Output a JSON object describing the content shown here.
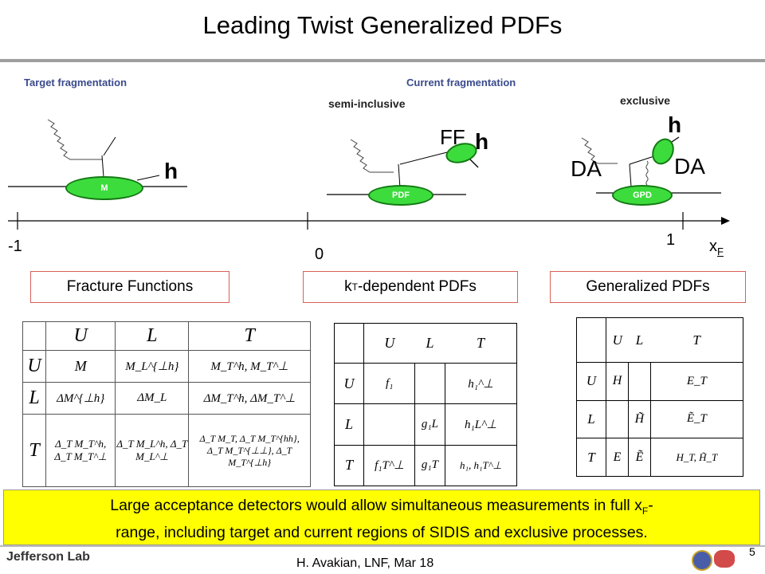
{
  "title": "Leading Twist Generalized PDFs",
  "regions": {
    "target": "Target fragmentation",
    "current": "Current  fragmentation"
  },
  "diagram_labels": {
    "semi_inclusive": "semi-inclusive",
    "exclusive": "exclusive",
    "h": "h",
    "ff": "FF",
    "da": "DA",
    "blob_m": "M",
    "blob_pdf": "PDF",
    "blob_gpd": "GPD"
  },
  "axis": {
    "minus_one": "-1",
    "zero": "0",
    "one": "1",
    "xf": "x",
    "xf_sub": "F"
  },
  "boxes": {
    "fracture": "Fracture Functions",
    "kt_prefix": "k",
    "kt_sub": "T",
    "kt_rest": "-dependent PDFs",
    "generalized": "Generalized PDFs"
  },
  "table_fracture": {
    "header": [
      "",
      "U",
      "L",
      "T"
    ],
    "rows": [
      [
        "U",
        "M",
        "M_L^{⊥h}",
        "M_T^h, M_T^⊥"
      ],
      [
        "L",
        "ΔM^{⊥h}",
        "ΔM_L",
        "ΔM_T^h, ΔM_T^⊥"
      ],
      [
        "T",
        "Δ_T M_T^h, Δ_T M_T^⊥",
        "Δ_T M_L^h, Δ_T M_L^⊥",
        "Δ_T M_T, Δ_T M_T^{hh}, Δ_T M_T^{⊥⊥}, Δ_T M_T^{⊥h}"
      ]
    ]
  },
  "table_tmd": {
    "header": [
      "",
      "U",
      "L",
      "T"
    ],
    "rows": [
      [
        "U",
        "f₁",
        "",
        "h₁^⊥"
      ],
      [
        "L",
        "",
        "g₁L",
        "h₁L^⊥"
      ],
      [
        "T",
        "f₁T^⊥",
        "g₁T",
        "h₁, h₁T^⊥"
      ]
    ]
  },
  "table_gpd": {
    "header": [
      "",
      "U",
      "L",
      "T"
    ],
    "rows": [
      [
        "U",
        "H",
        "",
        "E_T"
      ],
      [
        "L",
        "",
        "H̃",
        "Ẽ_T"
      ],
      [
        "T",
        "E",
        "Ẽ",
        "H_T, H̃_T"
      ]
    ]
  },
  "bottom_note": {
    "line1_pre": "Large acceptance detectors would allow simultaneous measurements in full x",
    "line1_sub": "F",
    "line1_post": "-",
    "line2": "range, including target and current regions of SIDIS and exclusive processes."
  },
  "footer": {
    "lab": "Jefferson Lab",
    "author": "H. Avakian,  LNF,  Mar 18",
    "page": "5"
  },
  "colors": {
    "accent_blob": "#3ddc3d",
    "box_border": "#d8605a",
    "highlight": "#ffff00"
  }
}
